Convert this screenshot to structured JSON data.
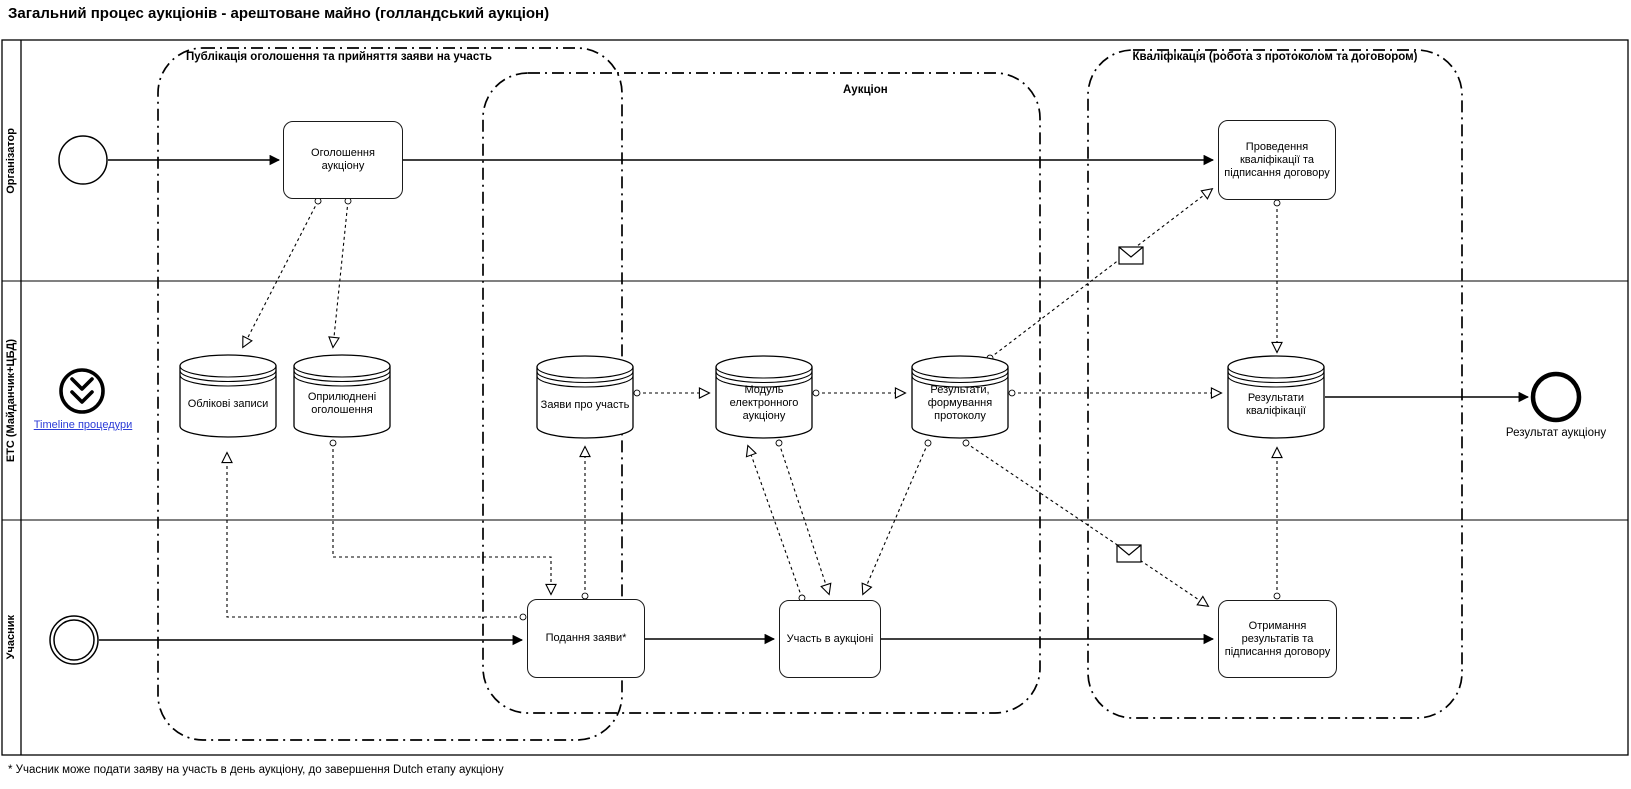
{
  "title": "Загальний процес аукціонів - арештоване майно (голландський аукціон)",
  "footnote": "* Учасник може подати заяву на участь в день аукціону, до завершення Dutch етапу аукціону",
  "colors": {
    "stroke": "#000000",
    "background": "#ffffff",
    "link": "#2b3bd7"
  },
  "lanes": {
    "organizer": "Організатор",
    "etc": "ЕТС (Майданчик+ЦБД)",
    "participant": "Учасник"
  },
  "groups": {
    "publication": "Публікація оголошення та прийняття заяви на участь",
    "auction": "Аукціон",
    "qualification": "Кваліфікація (робота з протоколом та договором)"
  },
  "tasks": {
    "announce": "Оголошення аукціону",
    "qualify": "Проведення кваліфікації та підписання договору",
    "submit": "Подання заяви*",
    "participate": "Участь в аукціоні",
    "receive": "Отримання результатів та підписання договору"
  },
  "datastores": {
    "accounts": "Облікові записи",
    "published": "Оприлюднені оголошення",
    "applications": "Заяви про участь",
    "module": "Модуль електронного аукціону",
    "results": "Результати, формування протоколу",
    "qual_results": "Результати кваліфікації"
  },
  "events": {
    "end_label": "Результат аукціону"
  },
  "links": {
    "timeline": "Timeline процедури"
  },
  "icons": {
    "timeline": "circled-double-chevron-down",
    "message": "envelope"
  }
}
